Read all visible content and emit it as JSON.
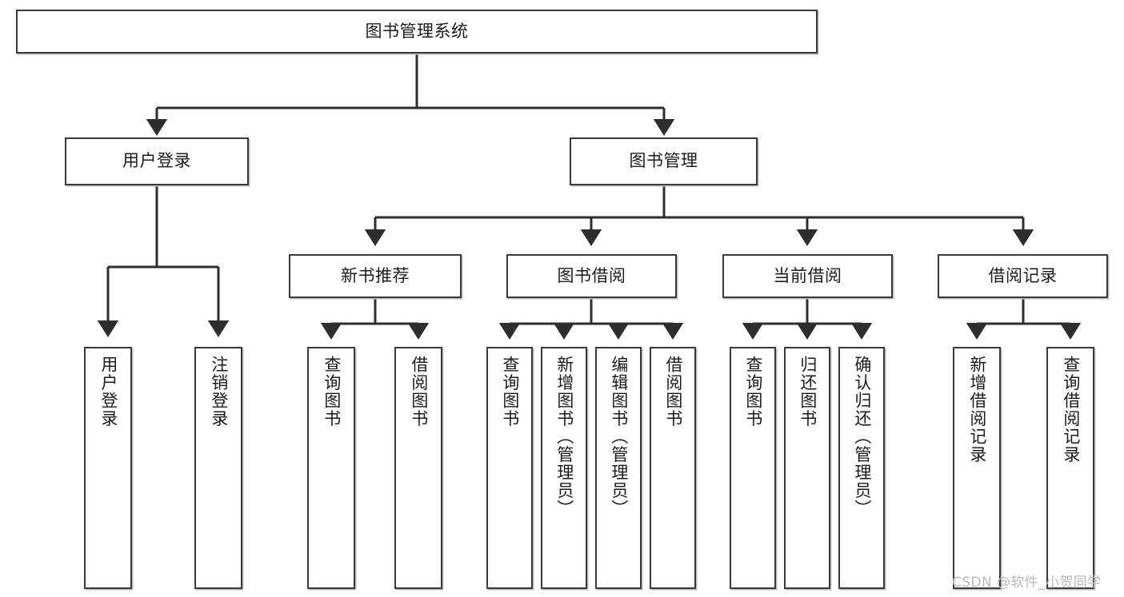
{
  "diagram": {
    "title_box": {
      "label": "图书管理系统"
    },
    "level2": [
      {
        "id": "user-login",
        "label": "用户登录"
      },
      {
        "id": "book-manage",
        "label": "图书管理"
      }
    ],
    "level3": [
      {
        "id": "new-book-recommend",
        "label": "新书推荐"
      },
      {
        "id": "book-borrow",
        "label": "图书借阅"
      },
      {
        "id": "current-borrow",
        "label": "当前借阅"
      },
      {
        "id": "borrow-record",
        "label": "借阅记录"
      }
    ],
    "leaves": {
      "user_login": [
        {
          "id": "leaf-user-login",
          "label": "用户登录"
        },
        {
          "id": "leaf-user-logout",
          "label": "注销登录"
        }
      ],
      "new_book_recommend": [
        {
          "id": "leaf-query-book-1",
          "label": "查询图书"
        },
        {
          "id": "leaf-borrow-book-1",
          "label": "借阅图书"
        }
      ],
      "book_borrow": [
        {
          "id": "leaf-query-book-2",
          "label": "查询图书"
        },
        {
          "id": "leaf-add-book",
          "label": "新增图书（管理员）"
        },
        {
          "id": "leaf-edit-book",
          "label": "编辑图书（管理员）"
        },
        {
          "id": "leaf-borrow-book-2",
          "label": "借阅图书"
        }
      ],
      "current_borrow": [
        {
          "id": "leaf-query-book-3",
          "label": "查询图书"
        },
        {
          "id": "leaf-return-book",
          "label": "归还图书"
        },
        {
          "id": "leaf-confirm-return",
          "label": "确认归还（管理员）"
        }
      ],
      "borrow_record": [
        {
          "id": "leaf-add-borrow-record",
          "label": "新增借阅记录"
        },
        {
          "id": "leaf-query-borrow-record",
          "label": "查询借阅记录"
        }
      ]
    },
    "watermark": {
      "text": "CSDN @软件_小贺同学"
    },
    "colors": {
      "box_border": "#3a3a3a",
      "box_fill": "#ffffff",
      "connector": "#2e2e2e",
      "text": "#1b1b1b",
      "shadow": "#bdbdbd",
      "watermark": "#b9b9b9"
    }
  }
}
